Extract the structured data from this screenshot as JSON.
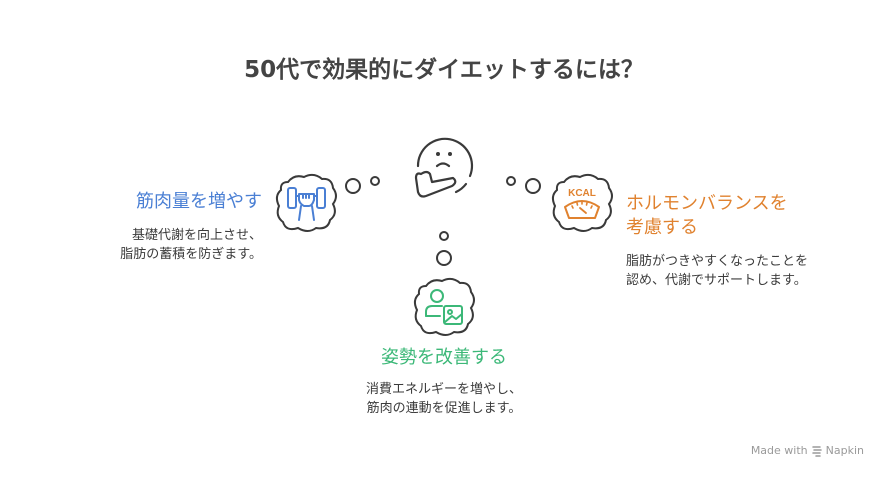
{
  "title": "50代で効果的にダイエットするには？",
  "colors": {
    "blue": "#4a7fd4",
    "orange": "#e0822f",
    "green": "#3cb878",
    "outline": "#3a3a3a",
    "title": "#444444",
    "text": "#3b3b3b"
  },
  "center": {
    "icon": "thinking-face-icon"
  },
  "nodes": [
    {
      "id": "muscle",
      "heading": "筋肉量を増やす",
      "desc_lines": [
        "基礎代謝を向上させ、",
        "脂肪の蓄積を防ぎます。"
      ],
      "icon": "dumbbell-icon",
      "color": "#4a7fd4"
    },
    {
      "id": "hormone",
      "heading_lines": [
        "ホルモンバランスを",
        "考慮する"
      ],
      "desc_lines": [
        "脂肪がつきやすくなったことを",
        "認め、代謝でサポートします。"
      ],
      "icon": "kcal-scale-icon",
      "icon_label": "KCAL",
      "color": "#e0822f"
    },
    {
      "id": "posture",
      "heading": "姿勢を改善する",
      "desc_lines": [
        "消費エネルギーを増やし、",
        "筋肉の連動を促進します。"
      ],
      "icon": "person-image-icon",
      "color": "#3cb878"
    }
  ],
  "footer": {
    "made_with": "Made with",
    "brand": "Napkin"
  }
}
